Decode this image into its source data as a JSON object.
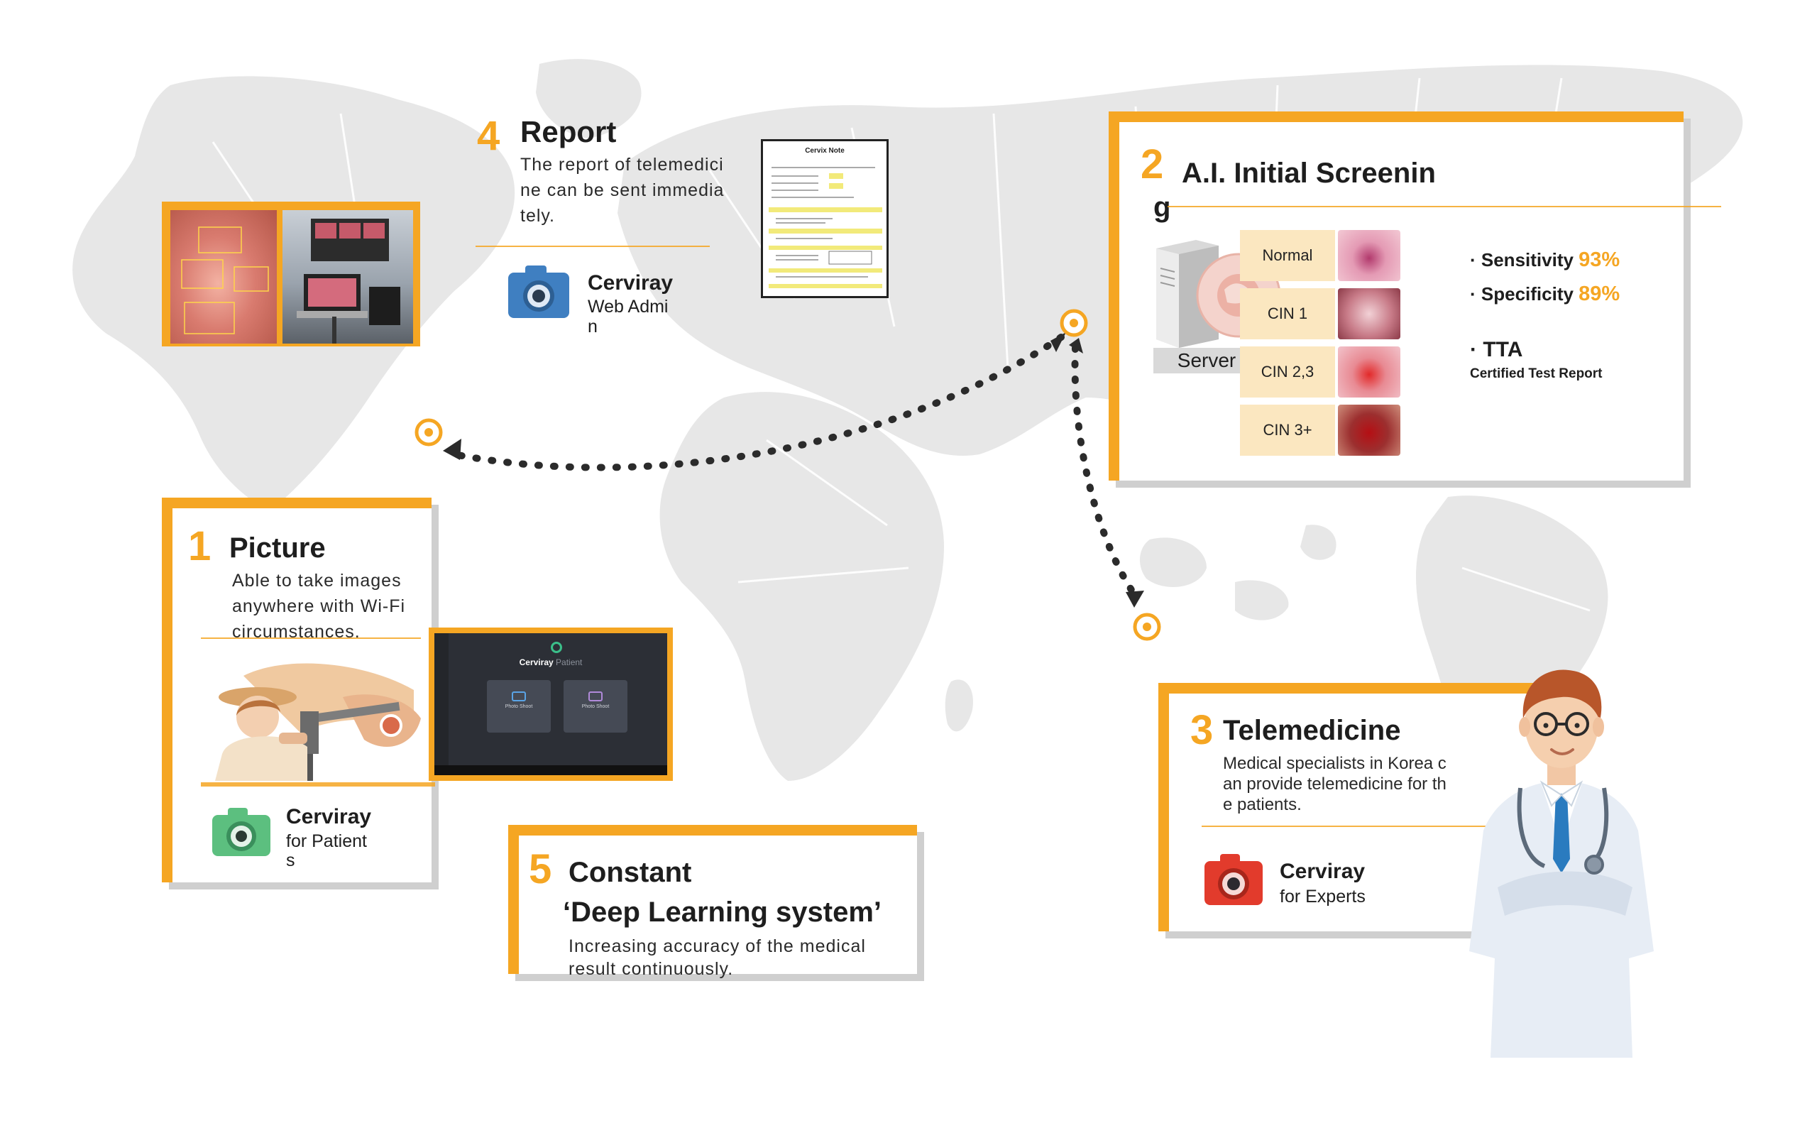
{
  "step1": {
    "number": "1",
    "title": "Picture",
    "desc_lines": [
      "Able to take images",
      "anywhere with Wi-Fi",
      "circumstances."
    ],
    "app_name": "Cerviray",
    "app_sub_lines": [
      "for Patient",
      "s"
    ],
    "tablet": {
      "brand": "Cerviray",
      "brand_sub": "Patient",
      "tile1": "Photo Shoot",
      "tile2": "Photo Shoot"
    }
  },
  "step2": {
    "number": "2",
    "title_line1": "A.I. Initial Screenin",
    "title_line2": "g",
    "server_label": "Server",
    "grades": [
      "Normal",
      "CIN 1",
      "CIN 2,3",
      "CIN 3+"
    ],
    "sensitivity_label": "· Sensitivity",
    "sensitivity_value": "93%",
    "specificity_label": "· Specificity",
    "specificity_value": "89%",
    "tta_label": "· TTA",
    "tta_sub": "Certified Test Report"
  },
  "step3": {
    "number": "3",
    "title": "Telemedicine",
    "desc_lines": [
      "Medical specialists in Korea c",
      "an provide telemedicine for th",
      "e patients."
    ],
    "app_name": "Cerviray",
    "app_sub": "for Experts"
  },
  "step4": {
    "number": "4",
    "title": "Report",
    "desc_lines": [
      "The report of telemedici",
      "ne can be sent immedia",
      "tely."
    ],
    "app_name": "Cerviray",
    "app_sub_lines": [
      "Web Admi",
      "n"
    ],
    "document_title": "Cervix Note"
  },
  "step5": {
    "number": "5",
    "title_line1": "Constant",
    "title_line2": "‘Deep Learning system’",
    "desc_lines": [
      "Increasing accuracy of the medical",
      "result  continuously."
    ]
  },
  "colors": {
    "accent": "#F5A623",
    "map": "#e6e6e6",
    "grade_bg": "#FBE7C0",
    "camera_blue": "#3f7fc1",
    "camera_green": "#5cbf7f",
    "camera_red": "#e23b2c"
  },
  "icons": {
    "step1_app": "camera-icon",
    "step3_app": "camera-icon",
    "step4_app": "camera-icon",
    "server": "server-icon",
    "location": "location-target-icon"
  }
}
